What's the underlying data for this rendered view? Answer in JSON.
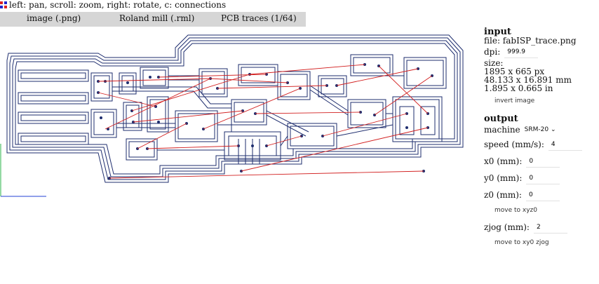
{
  "hint": "left: pan, scroll: zoom, right: rotate, c: connections",
  "tabs": [
    "image (.png)",
    "Roland mill (.rml)",
    "PCB traces (1/64)"
  ],
  "input": {
    "title": "input",
    "file": "file: fabISP_trace.png",
    "dpi_label": "dpi:",
    "dpi_value": "999.9",
    "size_label": "size:",
    "size_px": "1895 x 665 px",
    "size_mm": "48.133 x 16.891 mm",
    "size_in": "1.895 x 0.665 in",
    "invert_label": "invert image"
  },
  "output": {
    "title": "output",
    "machine_label": "machine",
    "machine_value": "SRM-20",
    "speed_label": "speed (mm/s):",
    "speed_value": "4",
    "x0_label": "x0 (mm):",
    "x0_value": "0",
    "y0_label": "y0 (mm):",
    "y0_value": "0",
    "z0_label": "z0 (mm):",
    "z0_value": "0",
    "move_xyz0_label": "move to xyz0",
    "zjog_label": "zjog (mm):",
    "zjog_value": "2",
    "move_xy0_label": "move to xy0 zjog"
  },
  "colors": {
    "trace": "#1e2d6e",
    "connection": "#d21f1f",
    "tabbar": "#d6d6d6"
  }
}
